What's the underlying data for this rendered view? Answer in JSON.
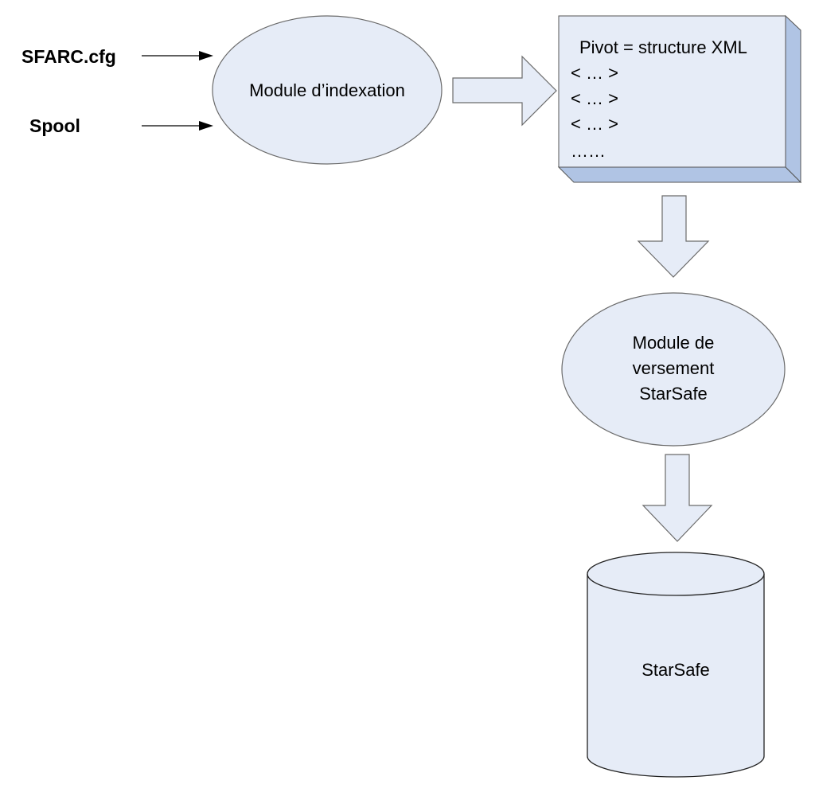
{
  "inputs": {
    "config_file": "SFARC.cfg",
    "spool": "Spool"
  },
  "indexing_module": {
    "label": "Module d’indexation"
  },
  "pivot": {
    "title": "Pivot = structure XML",
    "lines": [
      "< … >",
      "< … >",
      "< … >",
      "……"
    ]
  },
  "transfer_module": {
    "lines": [
      "Module de",
      "versement",
      "StarSafe"
    ]
  },
  "database": {
    "label": "StarSafe"
  },
  "colors": {
    "shape_fill": "#e6ecf7",
    "shape_stroke": "#6b6b6b",
    "box_side": "#b0c4e4",
    "text": "#000000"
  }
}
